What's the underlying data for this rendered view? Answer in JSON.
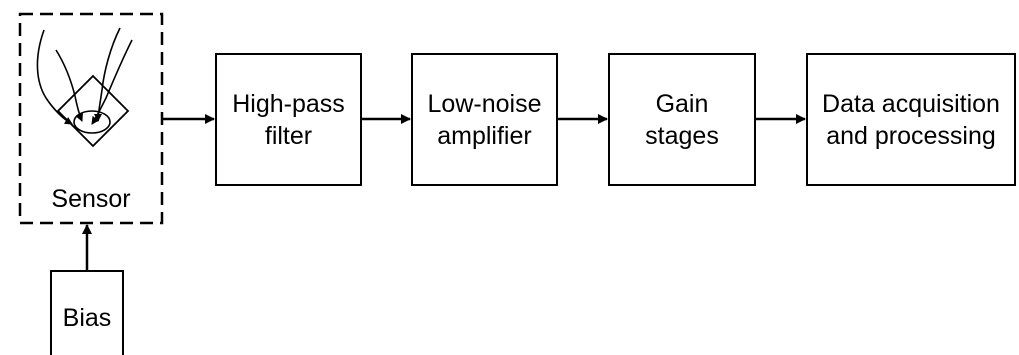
{
  "blocks": {
    "sensor": "Sensor",
    "high_pass_filter": "High-pass\nfilter",
    "low_noise_amplifier": "Low-noise\namplifier",
    "gain_stages": "Gain\nstages",
    "data_acquisition": "Data acquisition\nand processing",
    "bias": "Bias"
  },
  "sensor_icon": "magnetic-field-sensor-icon"
}
